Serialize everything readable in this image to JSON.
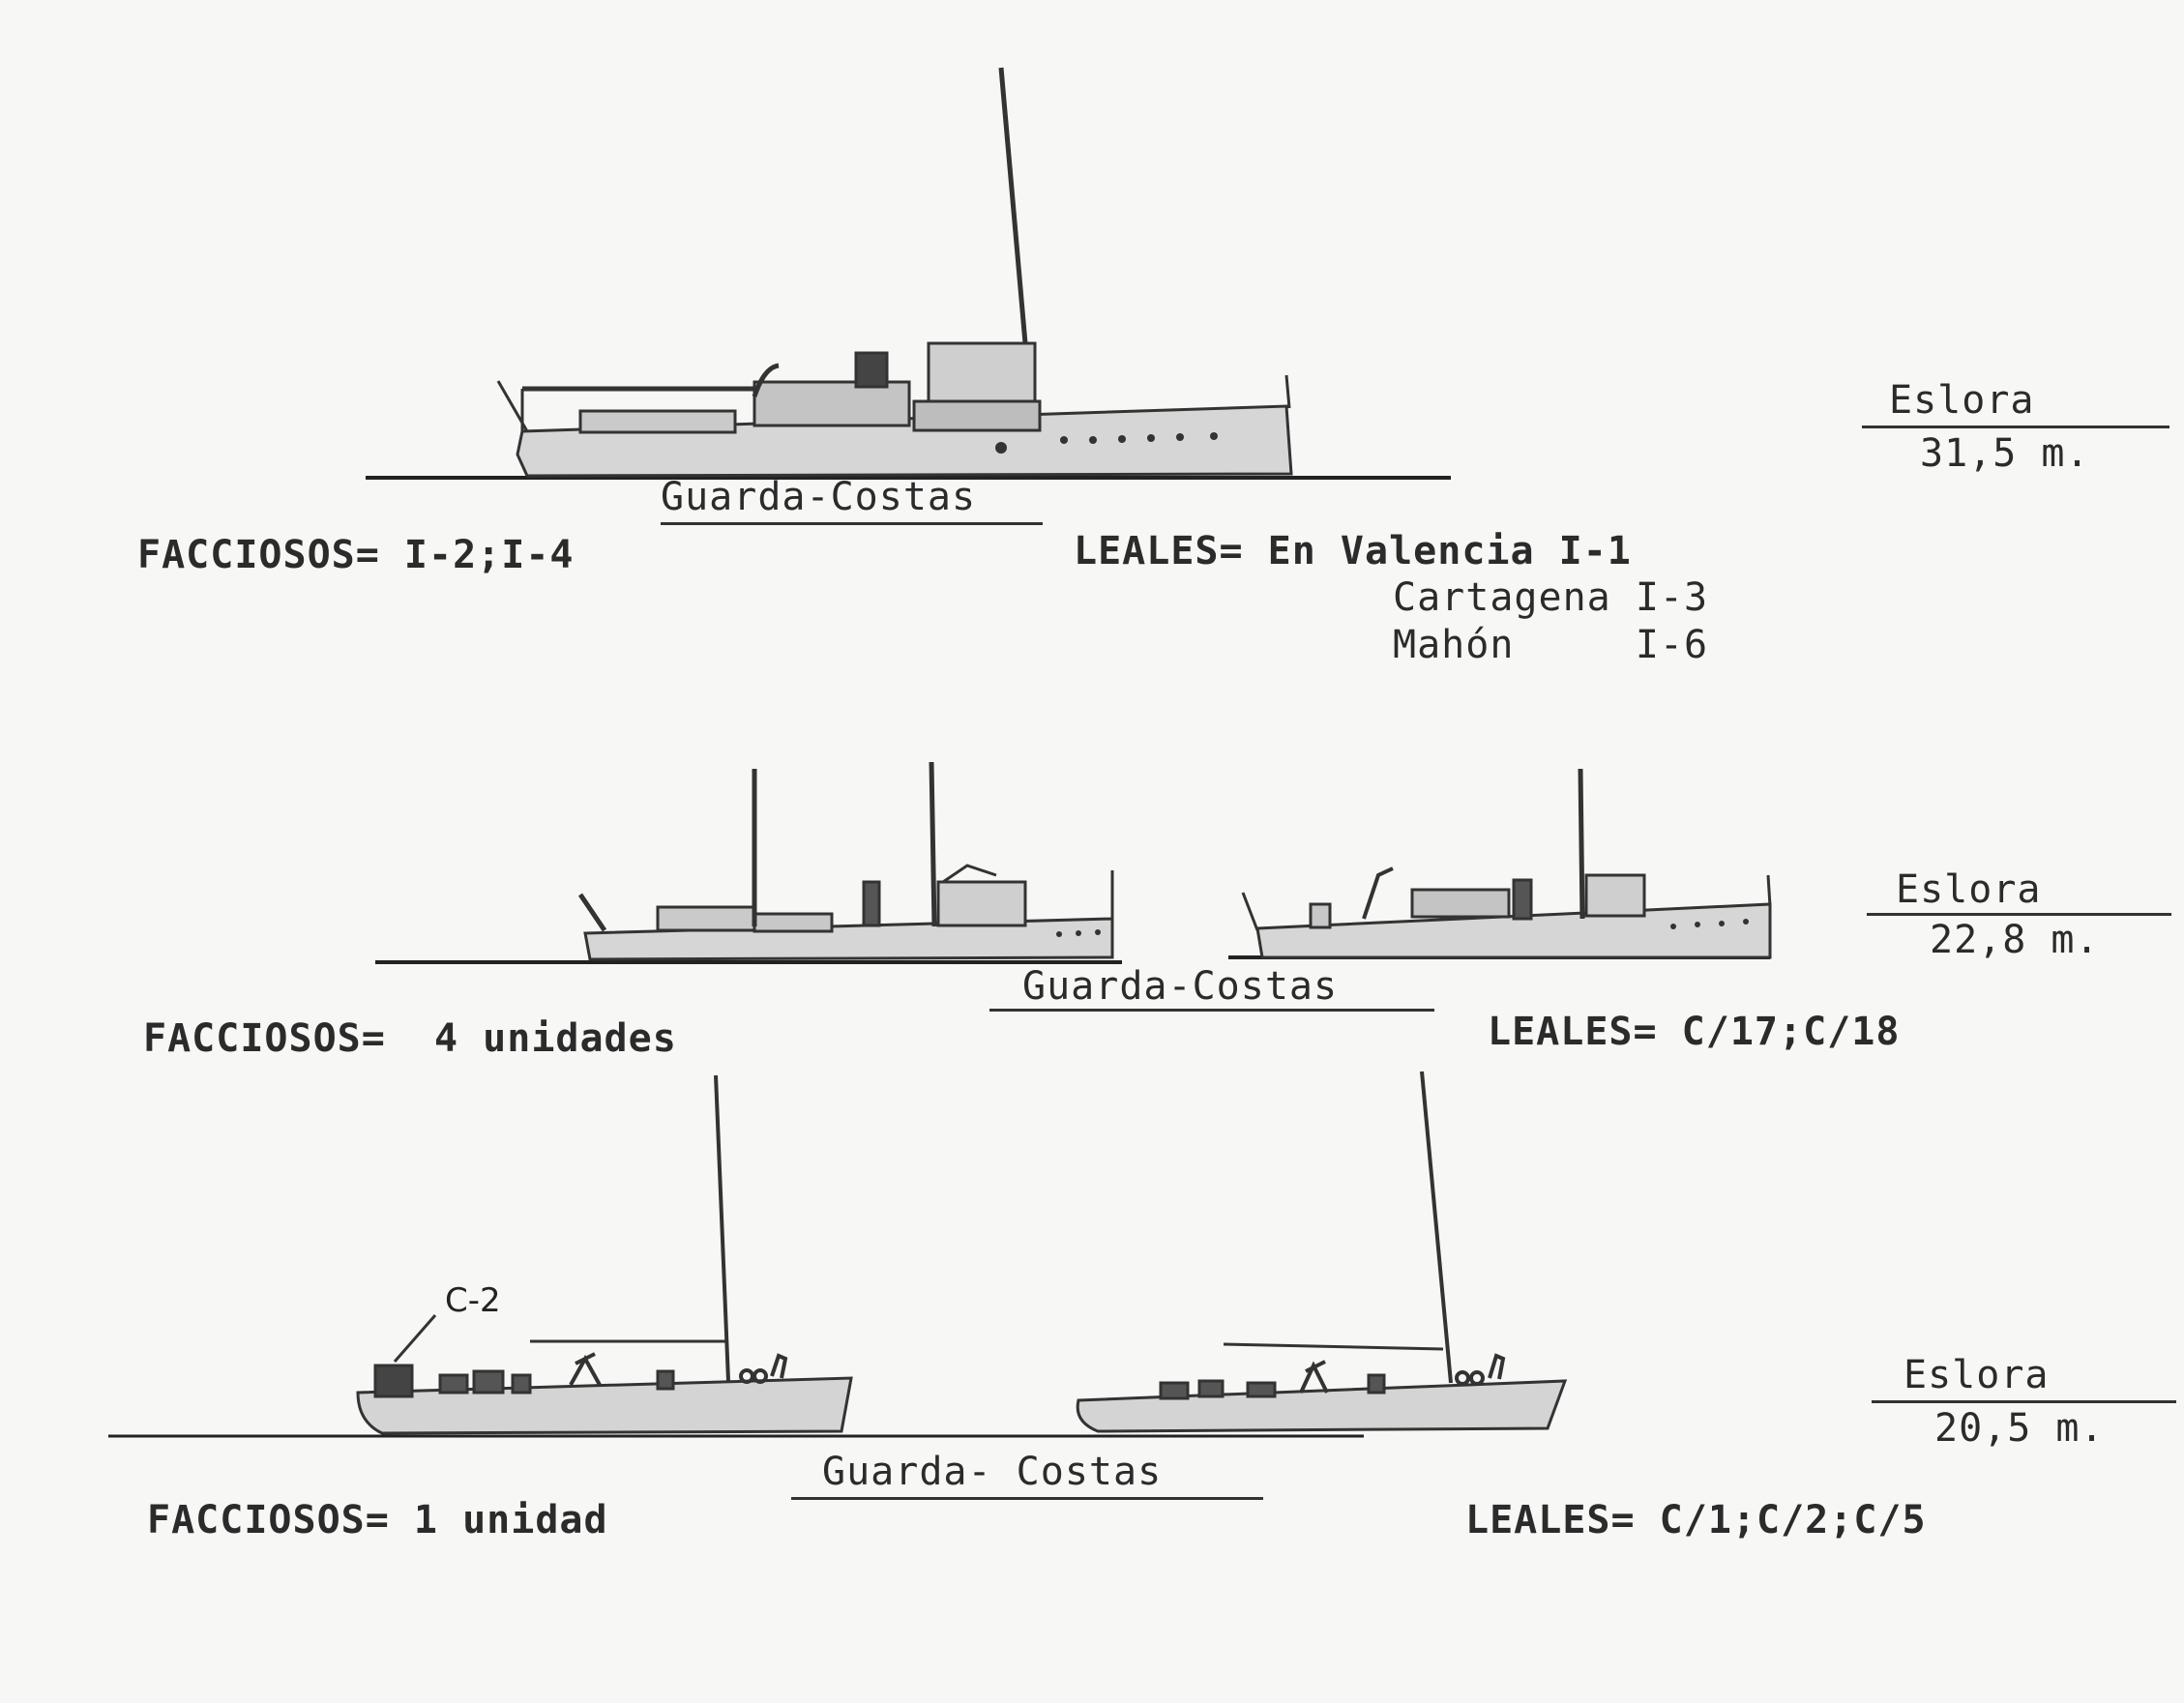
{
  "colors": {
    "paper": "#f7f7f5",
    "ink": "#2b2b2b",
    "hull": "#cfcfcf",
    "line": "#333333"
  },
  "section1": {
    "caption": "Guarda-Costas",
    "facciosos": "FACCIOSOS= I-2;I-4",
    "leales_1": "LEALES= En Valencia I-1",
    "leales_2": "Cartagena I-3",
    "leales_3": "Mahón     I-6",
    "eslora_label": "Eslora",
    "eslora_value": "31,5 m."
  },
  "section2": {
    "caption": "Guarda-Costas",
    "facciosos": "FACCIOSOS=  4 unidades",
    "leales": "LEALES= C/17;C/18",
    "eslora_label": "Eslora",
    "eslora_value": "22,8 m."
  },
  "section3": {
    "caption": "Guarda- Costas",
    "facciosos": "FACCIOSOS= 1 unidad",
    "leales": "LEALES= C/1;C/2;C/5",
    "eslora_label": "Eslora",
    "eslora_value": "20,5 m.",
    "ship_tag": "C-2"
  }
}
